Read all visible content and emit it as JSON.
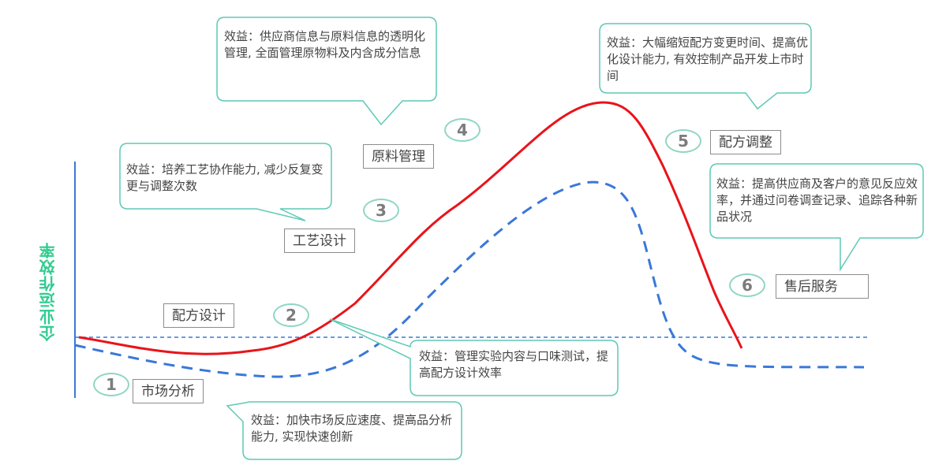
{
  "diagram": {
    "y_axis_label": "企业运作效率",
    "stages": [
      {
        "number": "1",
        "name": "市场分析",
        "benefit": "效益：加快市场反应速度、提高品分析能力, 实现快速创新"
      },
      {
        "number": "2",
        "name": "配方设计",
        "benefit": "效益：管理实验内容与口味测试，提高配方设计效率"
      },
      {
        "number": "3",
        "name": "工艺设计",
        "benefit": "效益：培养工艺协作能力, 减少反复变更与调整次数"
      },
      {
        "number": "4",
        "name": "原料管理",
        "benefit": "效益：供应商信息与原料信息的透明化管理, 全面管理原物料及内含成分信息"
      },
      {
        "number": "5",
        "name": "配方调整",
        "benefit": "效益：大幅缩短配方变更时间、提高优化设计能力, 有效控制产品开发上市时间"
      },
      {
        "number": "6",
        "name": "售后服务",
        "benefit": "效益：提高供应商及客户的意见反应效率，并通过问卷调查记录、追踪各种新品状况"
      }
    ],
    "colors": {
      "solid_curve": "#e8141a",
      "dashed_curve": "#3a78d8",
      "callout_border": "#5ec9b5",
      "axis": "#3a78d8",
      "axis_label": "#2ecc8e"
    }
  }
}
